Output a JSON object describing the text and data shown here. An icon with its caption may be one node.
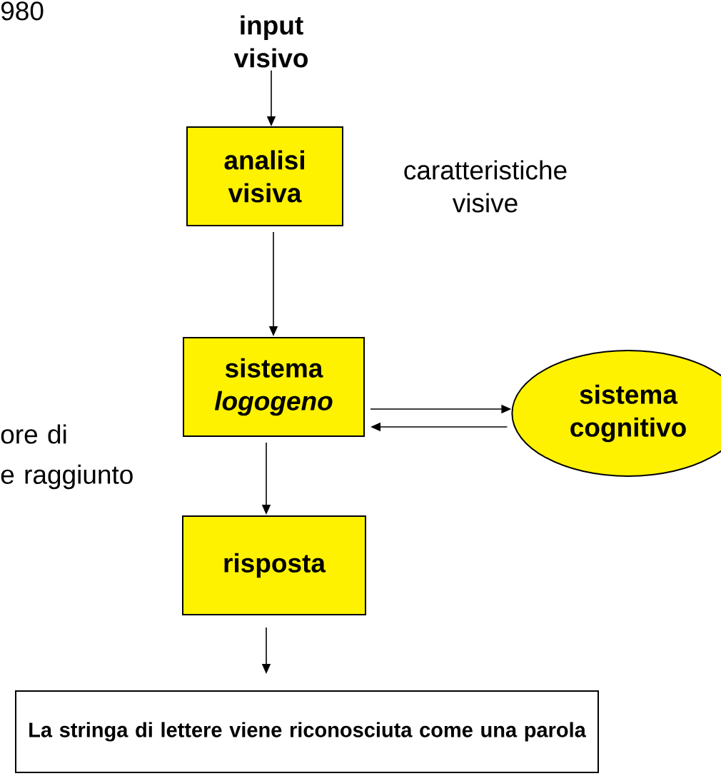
{
  "diagram": {
    "nodes": [
      {
        "text": [
          "input visivo"
        ]
      },
      {
        "text": [
          "analisi visiva"
        ]
      },
      {
        "text": [
          "sistema *logogeno*"
        ]
      },
      {
        "text": [
          "sistema cognitivo"
        ]
      },
      {
        "text": [
          "risposta"
        ]
      },
      {
        "text": [
          "La stringa di lettere viene riconosciuta come una parola"
        ]
      }
    ],
    "edges": [
      {
        "from": 0,
        "to": 1,
        "arrow": "to"
      },
      {
        "from": 1,
        "to": 2,
        "arrow": "to"
      },
      {
        "from": 2,
        "to": 3,
        "arrow": "to"
      },
      {
        "from": 3,
        "to": 2,
        "arrow": "to"
      },
      {
        "from": 2,
        "to": 4,
        "arrow": "to"
      },
      {
        "from": 4,
        "to": 5,
        "arrow": "to"
      }
    ],
    "labels": [
      "980",
      "caratteristiche visive",
      "ore di",
      "e raggiunto"
    ]
  }
}
